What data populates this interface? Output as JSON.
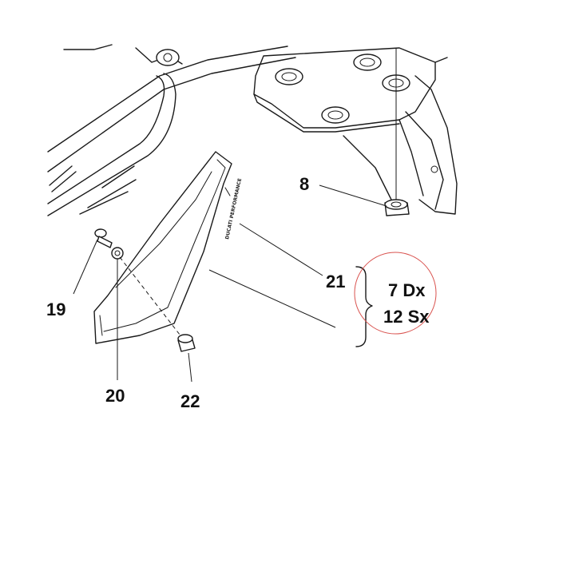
{
  "callouts": {
    "part_8": "8",
    "part_19": "19",
    "part_20": "20",
    "part_21": "21",
    "part_22": "22"
  },
  "variant_note": {
    "right": "7 Dx",
    "left": "12 Sx"
  },
  "decal_text": "DUCATI PERFORMANCE",
  "colors": {
    "line": "#1a1a1a",
    "highlight_circle": "#d9534f",
    "background": "#ffffff"
  }
}
